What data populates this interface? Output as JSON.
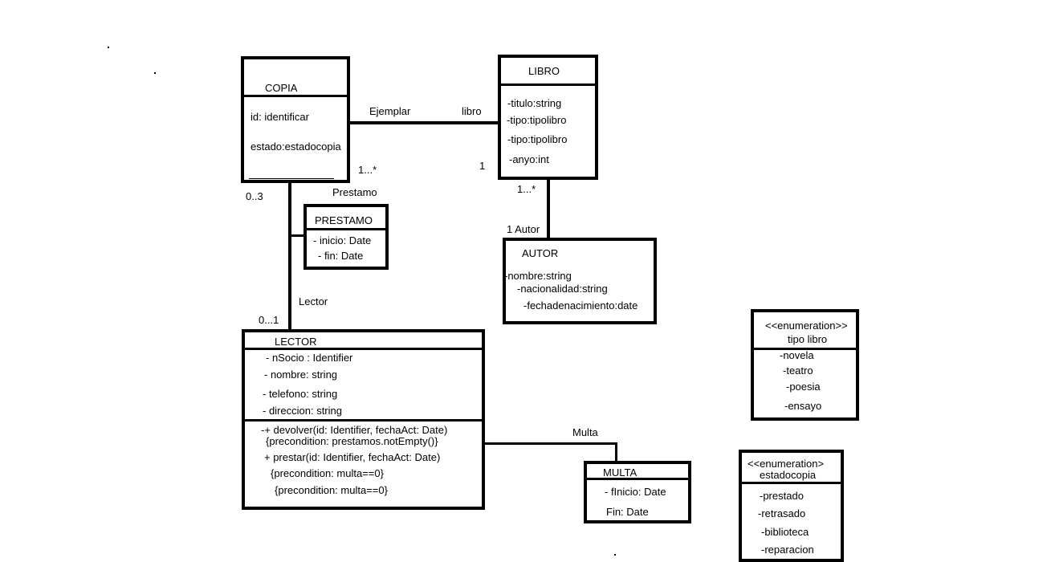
{
  "classes": {
    "copia": {
      "name": "COPIA",
      "attributes": [
        "id: identificar",
        "estado:estadocopia"
      ]
    },
    "libro": {
      "name": "LIBRO",
      "attributes": [
        "-titulo:string",
        "-tipo:tipolibro",
        "-tipo:tipolibro",
        "-anyo:int"
      ]
    },
    "prestamo": {
      "name": "PRESTAMO",
      "attributes": [
        "- inicio: Date",
        "- fin: Date"
      ]
    },
    "autor": {
      "name": "AUTOR",
      "attributes": [
        "-nombre:string",
        "-nacionalidad:string",
        "-fechadenacimiento:date"
      ]
    },
    "lector": {
      "name": "LECTOR",
      "attributes": [
        "- nSocio : Identifier",
        "- nombre: string",
        "- telefono: string",
        "- direccion: string"
      ],
      "operations": [
        "-+ devolver(id: Identifier, fechaAct: Date)",
        "{precondition: prestamos.notEmpty()}",
        "+ prestar(id: Identifier, fechaAct: Date)",
        "{precondition: multa==0}",
        "{precondition: multa==0}"
      ]
    },
    "multa": {
      "name": "MULTA",
      "attributes": [
        "- fInicio: Date",
        "Fin: Date"
      ]
    }
  },
  "enumerations": {
    "tipo_libro": {
      "stereotype": "<<enumeration>>",
      "name": "tipo libro",
      "values": [
        "-novela",
        "-teatro",
        "-poesia",
        "-ensayo"
      ]
    },
    "estadocopia": {
      "stereotype": "<<enumeration>",
      "name": "estadocopia",
      "values": [
        "-prestado",
        "-retrasado",
        "-biblioteca",
        "-reparacion"
      ]
    }
  },
  "associations": {
    "ejemplar_role": "Ejemplar",
    "libro_role": "libro",
    "copia_mult": "1...*",
    "libro_mult": "1",
    "prestamo_role": "Prestamo",
    "copia_prestamo_mult": "0..3",
    "lector_role": "Lector",
    "lector_mult": "0...1",
    "libro_autor_mult": "1...*",
    "autor_role": "1  Autor",
    "multa_role": "Multa"
  }
}
